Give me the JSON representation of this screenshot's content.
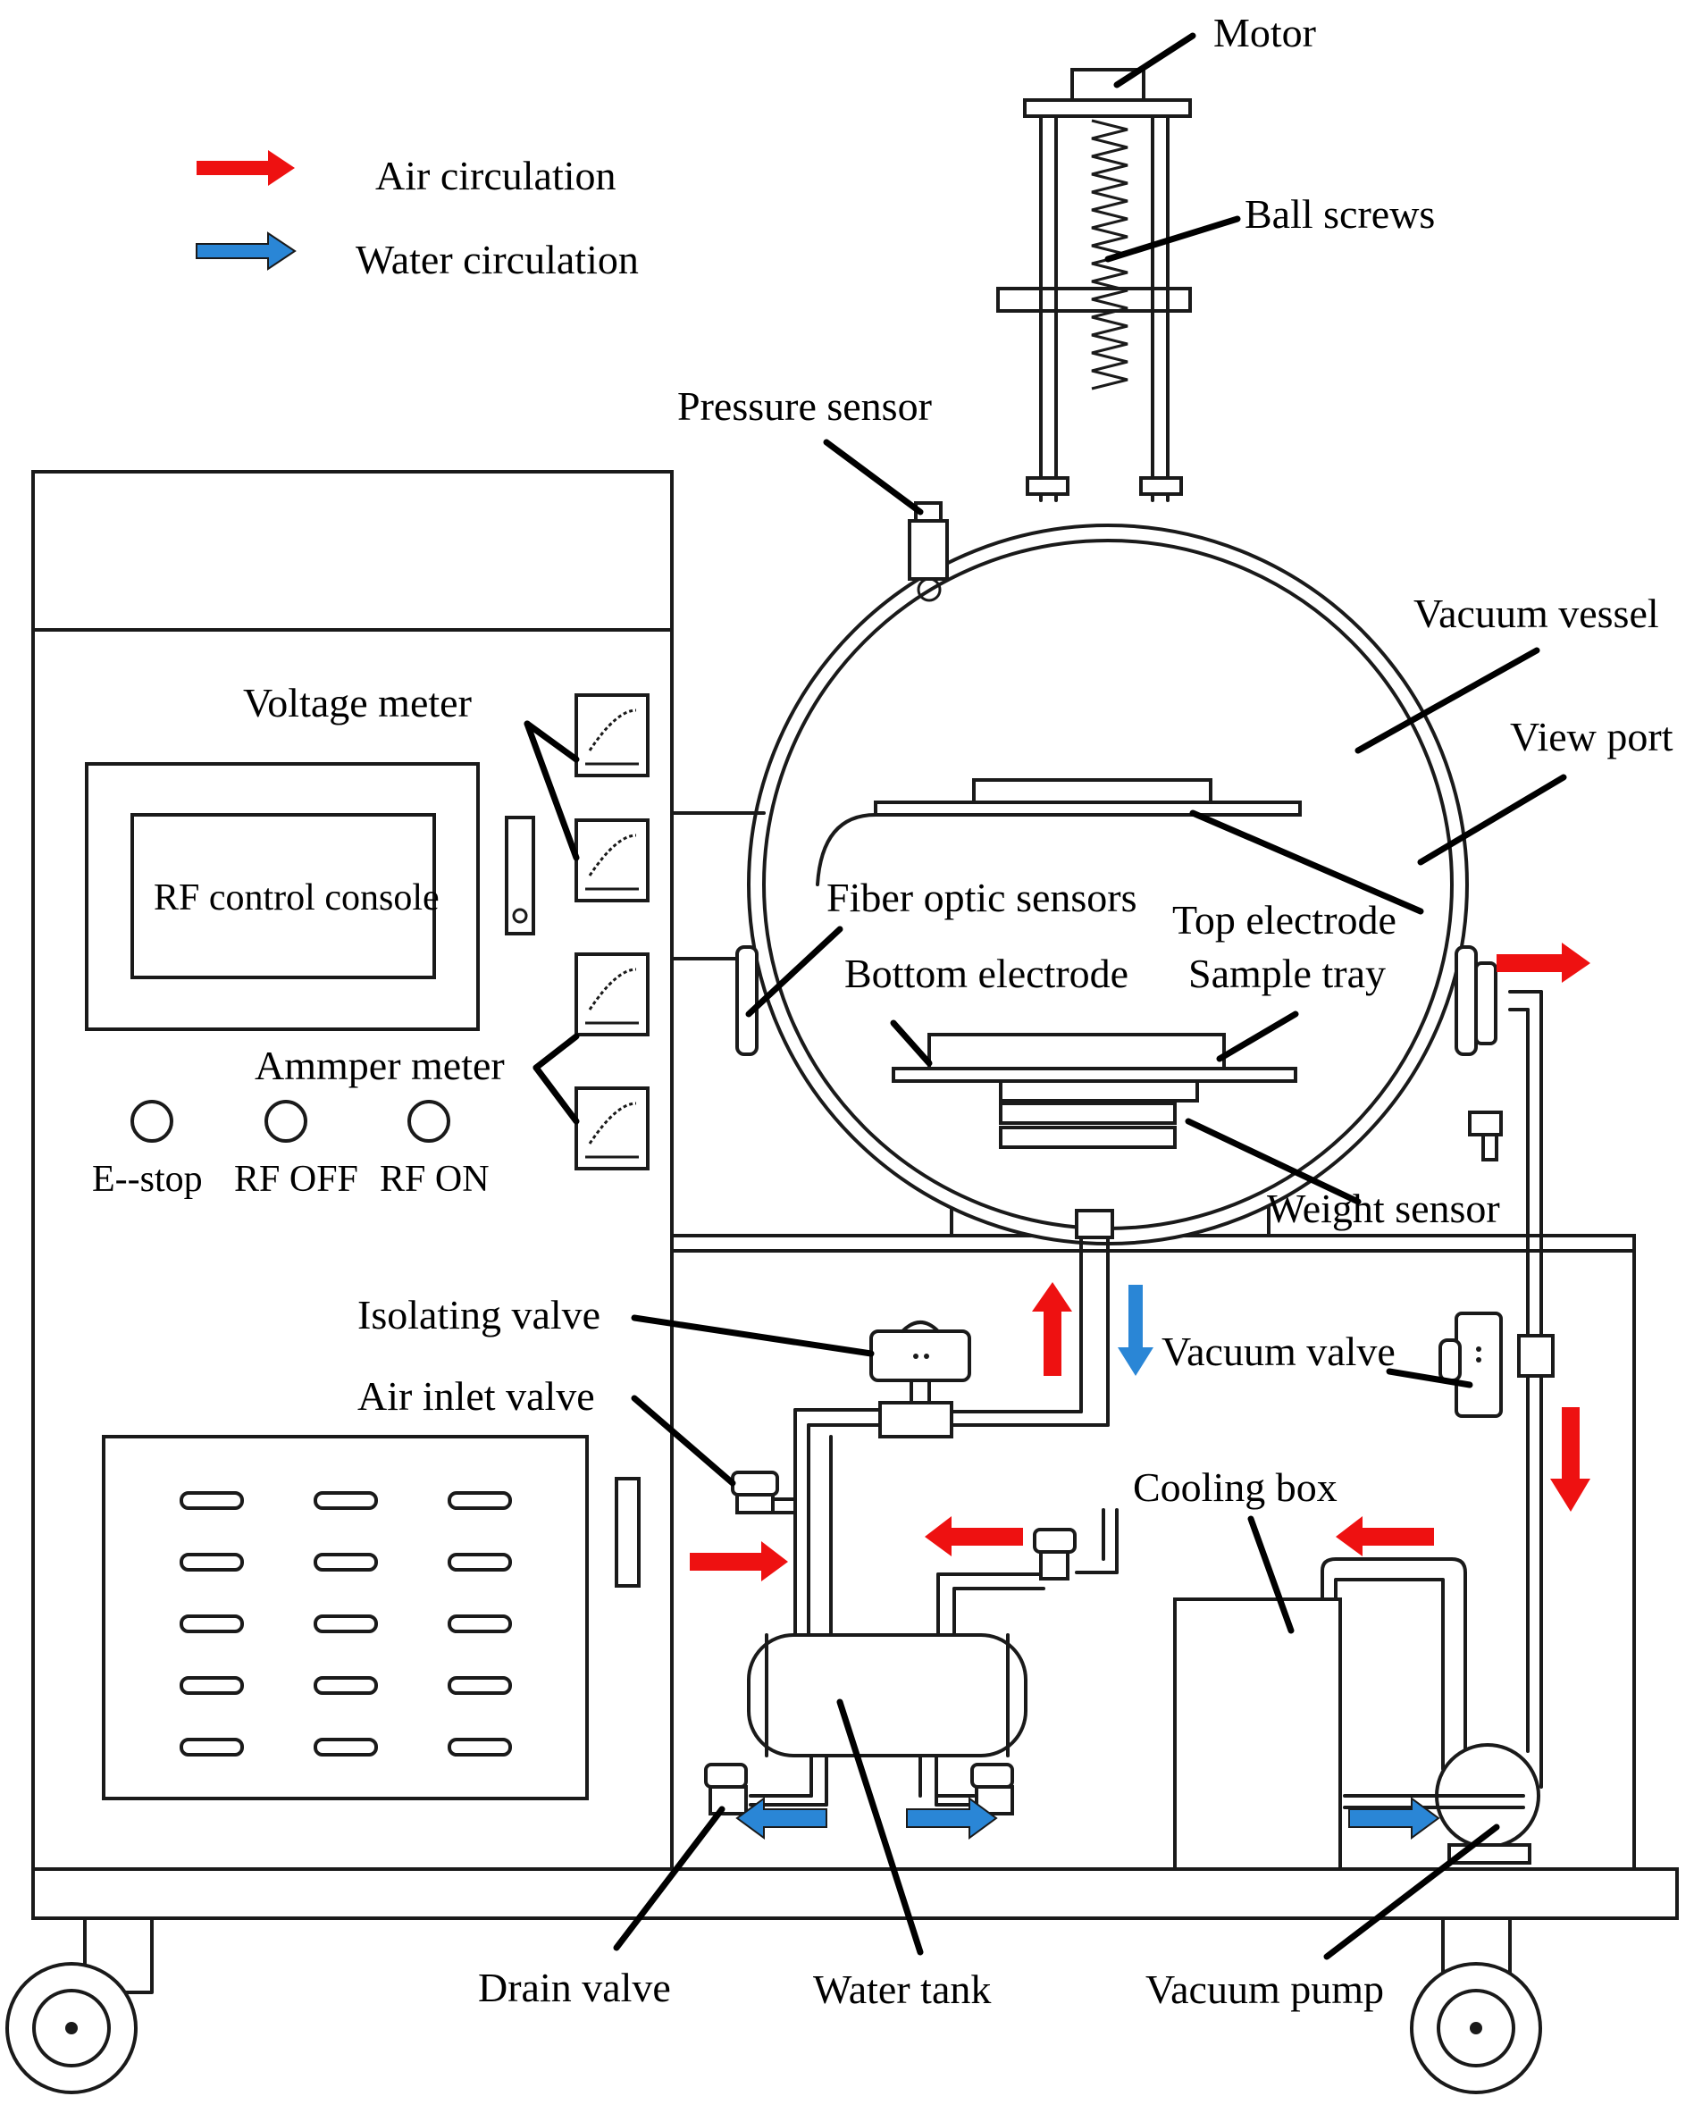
{
  "legend": {
    "air": {
      "label": "Air circulation",
      "color": "#ee1111"
    },
    "water": {
      "label": "Water circulation",
      "color": "#2a86d6"
    }
  },
  "labels": {
    "motor": "Motor",
    "ball_screws": "Ball  screws",
    "pressure_sensor": "Pressure sensor",
    "vacuum_vessel": "Vacuum vessel",
    "view_port": "View port",
    "voltage_meter": "Voltage  meter",
    "rf_console": "RF control console",
    "fiber_optic": "Fiber optic sensors",
    "top_electrode": "Top electrode",
    "bottom_electrode": "Bottom  electrode",
    "sample_tray": "Sample tray",
    "ammeter": "Ammper meter",
    "estop": "E--stop",
    "rf_off": "RF OFF",
    "rf_on": "RF ON",
    "weight_sensor": "Weight sensor",
    "isolating_valve": "Isolating valve",
    "vacuum_valve": "Vacuum valve",
    "air_inlet_valve": "Air  inlet valve",
    "cooling_box": "Cooling box",
    "drain_valve": "Drain valve",
    "water_tank": "Water  tank",
    "vacuum_pump": "Vacuum  pump"
  }
}
